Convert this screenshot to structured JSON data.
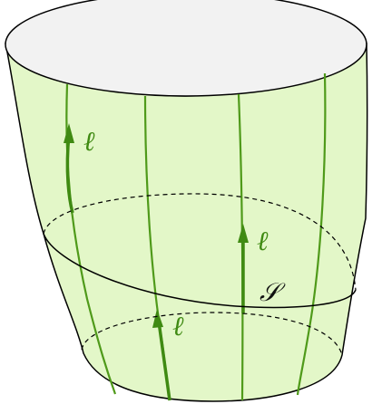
{
  "figure": {
    "labels": {
      "generator_upper_left": "ℓ",
      "generator_middle_right": "ℓ",
      "generator_bottom": "ℓ",
      "section_curve": "𝒮"
    },
    "colors": {
      "surface_fill": "#e3f7c8",
      "generator_line": "#4f9a1a",
      "arrow": "#3f8a12",
      "outline": "#000000",
      "top_cap_fill": "#f2f2f2"
    }
  }
}
